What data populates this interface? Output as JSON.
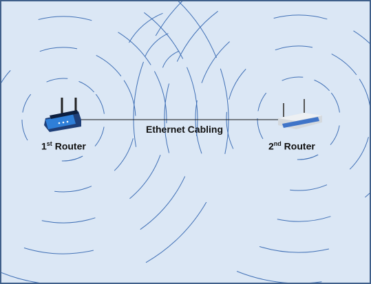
{
  "colors": {
    "background": "#dbe7f5",
    "border": "#3f5f8a",
    "wave": "#3f6fb5",
    "cable": "#111111",
    "router1_body": "#1f3f78",
    "router1_accent": "#2f7fd8",
    "router2_body": "#d4d9de",
    "router2_accent": "#3f74c8"
  },
  "icons": {
    "router1": "router-icon",
    "router2": "router-icon"
  },
  "routers": [
    {
      "num": "1",
      "sup": "st",
      "text": " Router"
    },
    {
      "num": "2",
      "sup": "nd",
      "text": " Router"
    }
  ],
  "cable_label": "Ethernet Cabling"
}
